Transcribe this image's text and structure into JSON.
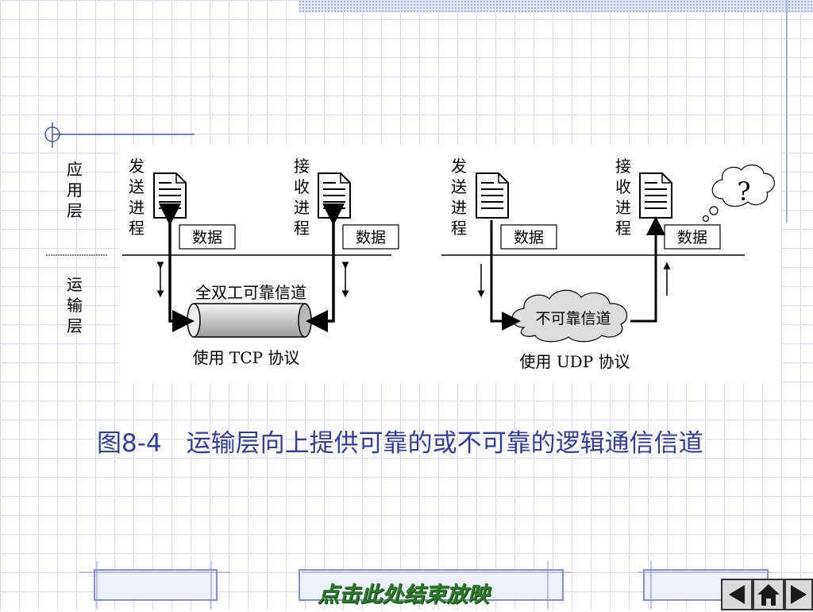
{
  "diagram": {
    "layers": {
      "application": "应用层",
      "transport": "运输层"
    },
    "tcp": {
      "sender_label": "发送进程",
      "receiver_label": "接收进程",
      "data_label_left": "数据",
      "data_label_right": "数据",
      "channel_label": "全双工可靠信道",
      "protocol_label": "使用 TCP 协议"
    },
    "udp": {
      "sender_label": "发送进程",
      "receiver_label": "接收进程",
      "data_label_left": "数据",
      "data_label_right": "数据",
      "channel_label": "不可靠信道",
      "protocol_label": "使用 UDP 协议",
      "thought_symbol": "?"
    }
  },
  "caption": "图8-4　运输层向上提供可靠的或不可靠的逻辑通信信道",
  "footer": {
    "end_show_label": "点击此处结束放映"
  },
  "icons": [
    "document-icon",
    "cylinder-pipe",
    "cloud-shape",
    "thought-bubble",
    "arrow-left-icon",
    "home-icon",
    "arrow-right-icon"
  ],
  "colors": {
    "caption": "#333c99",
    "grid": "#d6dced",
    "end_show": "#2a7a2a"
  }
}
